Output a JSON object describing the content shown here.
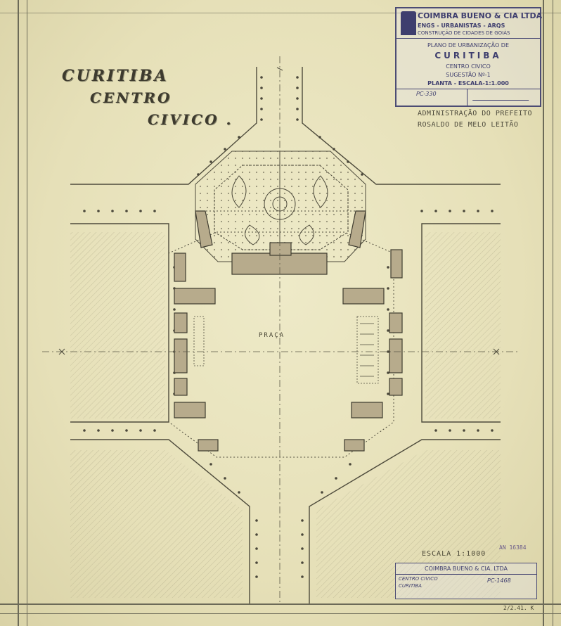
{
  "drawing_title": {
    "line1": "CURITIBA",
    "line2": "CENTRO",
    "line3": "CIVICO ."
  },
  "title_block": {
    "firm": "COIMBRA BUENO & CIA LTDA",
    "firm_sub1": "ENGS - URBANISTAS - ARQS",
    "firm_sub2": "CONSTRUÇÃO DE CIDADES DE GOIÁS",
    "plan_title": "PLANO DE URBANIZAÇÃO DE",
    "city": "CURITIBA",
    "subject": "CENTRO CIVICO",
    "suggestion": "SUGESTÃO Nº-1",
    "scale_line": "PLANTA - ESCALA-1:1.000",
    "ref_no": "PC-330"
  },
  "administration": {
    "line1": "ADMINISTRAÇÃO DO PREFEITO",
    "line2": "ROSALDO DE MELO LEITÃO"
  },
  "plaza_label": "PRAÇA",
  "scale_note": "ESCALA 1:1000",
  "archive_code": "AN 16384",
  "lower_stamp": {
    "firm": "COIMBRA BUENO & CIA. LTDA",
    "subject": "CENTRO CIVICO",
    "city": "CURITIBA",
    "ref": "PC-1468"
  },
  "corner_date": "2/2.41. K",
  "colors": {
    "paper": "#e8e3bd",
    "ink": "#4a473a",
    "stamp_ink": "#3e3e6e",
    "building_fill": "#b7ab8c"
  }
}
